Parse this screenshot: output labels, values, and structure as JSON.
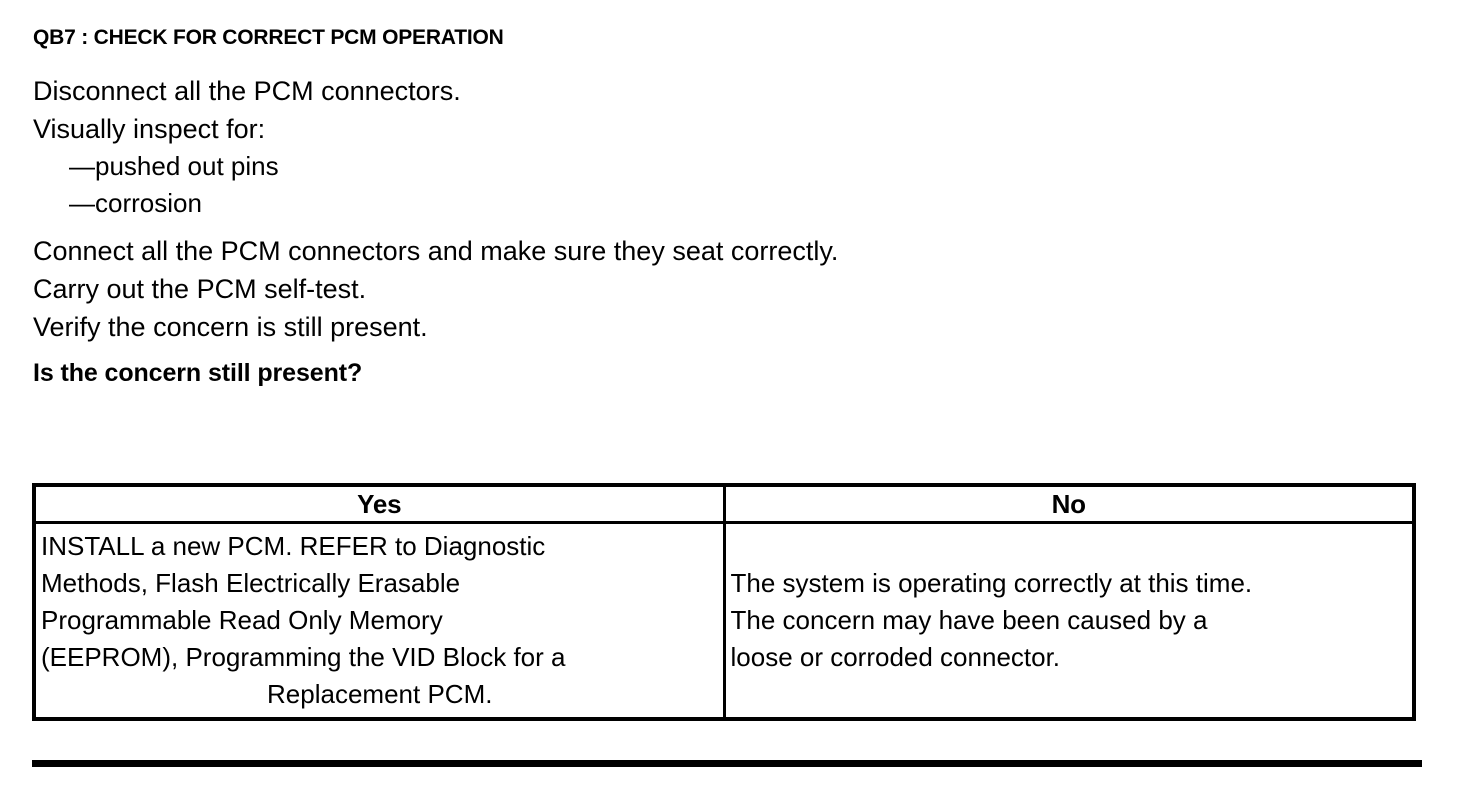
{
  "document": {
    "step_title": "QB7 : CHECK FOR CORRECT PCM OPERATION",
    "instructions": [
      "Disconnect all the PCM connectors.",
      "Visually inspect for:",
      "—pushed out pins",
      "—corrosion",
      "Connect all the PCM connectors and make sure they seat correctly.",
      "Carry out the PCM self-test.",
      "Verify the concern is still present."
    ],
    "question": "Is the concern still present?"
  },
  "decision_table": {
    "headers": {
      "yes": "Yes",
      "no": "No"
    },
    "yes_cell": {
      "lines": [
        "INSTALL a new PCM. REFER to Diagnostic",
        "Methods, Flash Electrically Erasable",
        "Programmable Read Only Memory",
        "(EEPROM), Programming the VID Block for a",
        "Replacement PCM."
      ]
    },
    "no_cell": {
      "lines": [
        "The system is operating correctly at this time.",
        "The concern may have been caused by a",
        "loose or corroded connector."
      ]
    }
  },
  "colors": {
    "text": "#000000",
    "background": "#ffffff",
    "rule": "#000000"
  }
}
